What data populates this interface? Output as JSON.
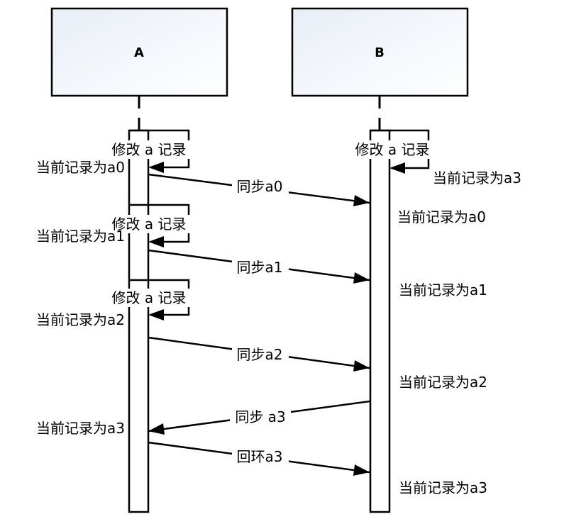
{
  "diagram_type": "sequence-diagram",
  "actors": {
    "a": "A",
    "b": "B"
  },
  "self_messages": {
    "a1": "修改 a 记录",
    "a2": "修改 a 记录",
    "a3": "修改 a 记录",
    "b1": "修改 a 记录"
  },
  "messages": {
    "sync_a0": "同步a0",
    "sync_a1": "同步a1",
    "sync_a2": "同步a2",
    "sync_a3": "同步 a3",
    "loop_a3": "回环a3"
  },
  "states": {
    "a": [
      "当前记录为a0",
      "当前记录为a1",
      "当前记录为a2",
      "当前记录为a3"
    ],
    "b": [
      "当前记录为a3",
      "当前记录为a0",
      "当前记录为a1",
      "当前记录为a2",
      "当前记录为a3"
    ]
  },
  "colors": {
    "line": "#000000",
    "box_gradient_top": "#e8eef7",
    "box_gradient_bottom": "#ffffff",
    "background": "#ffffff"
  }
}
